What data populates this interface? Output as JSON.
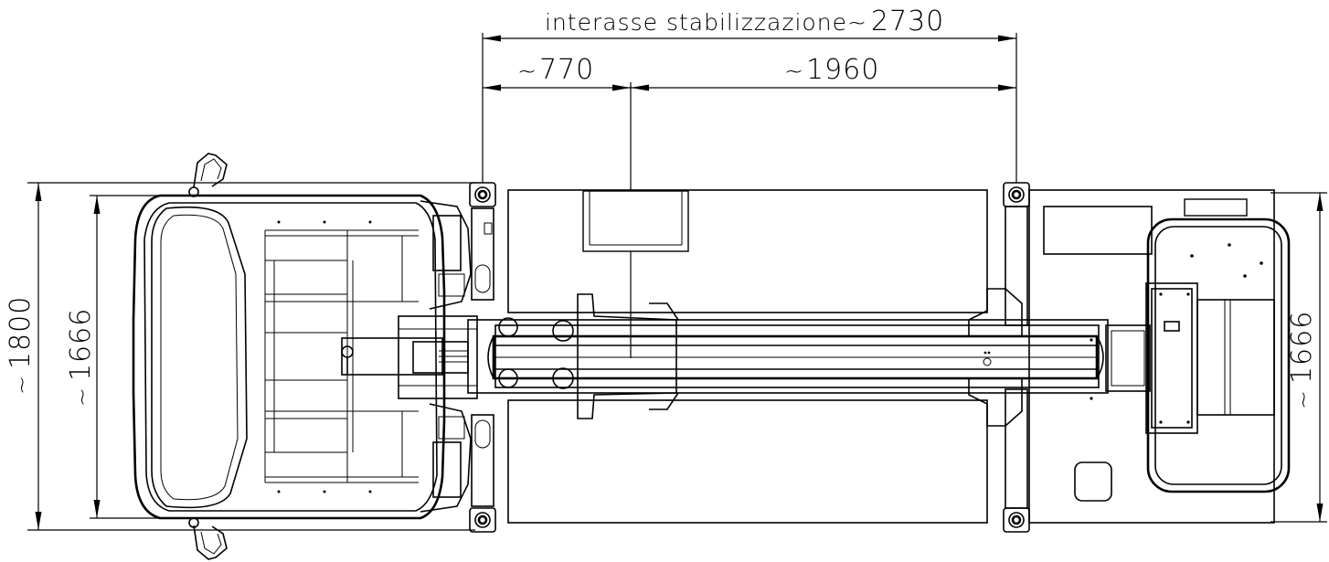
{
  "dimensions": {
    "wheelbase_label": "interasse stabilizzazione",
    "wheelbase_value": "2730",
    "front_offset_value": "770",
    "rear_offset_value": "1960",
    "overall_width_value": "1800",
    "cab_width_value": "1666",
    "rear_width_value": "1666",
    "approx_symbol": "~"
  }
}
